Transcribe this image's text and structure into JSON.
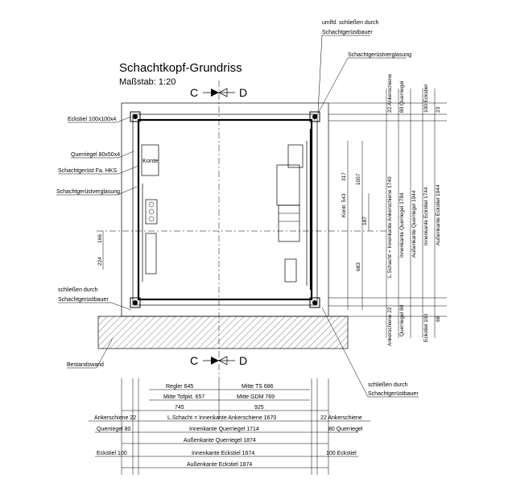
{
  "title": "Schachtkopf-Grundriss",
  "scale": "Maßstab: 1:20",
  "section": {
    "left": "C",
    "right": "D"
  },
  "labels_left": {
    "eckstiel": "Eckstiel 100x100x4",
    "querriegel": "Querriegel 80x50x4",
    "schachtgeruest": "Schachtgerüst Fa. HKS",
    "verglasung": "Schachtgerüstverglasung",
    "schliessen_a": "schließen durch",
    "schliessen_b": "Schachtgerüstbauer",
    "bestandswand": "Bestandswand"
  },
  "labels_top": {
    "umlfd_a": "umlfd. schließen durch",
    "umlfd_b": "Schachtgerüstbauer",
    "verglasung": "Schachtgerüstverglasung"
  },
  "labels_bottom_right": {
    "schliessen_a": "schließen durch",
    "schliessen_b": "Schachtgerüstbauer"
  },
  "inner": {
    "konte": "Konte",
    "kontr": "Kontr. 543",
    "d317": "317",
    "d1057": "1057",
    "d187": "187",
    "d683": "683",
    "d166": "166",
    "d224": "224"
  },
  "right_dims": {
    "ankerschiene_top": "22 Ankerschiene",
    "querriegel_top": "80 Querriegel",
    "eckstiel_top": "100 Eckstiel",
    "d23": "23",
    "l_schacht": "L.Schacht = Innenkante Ankerschiene 1740",
    "innen_querriegel": "Innenkante Querriegel 1784",
    "aussen_querriegel": "Außenkante Querriegel 1944",
    "innen_eckstiel": "Innenkante Eckstiel 1744",
    "aussen_eckstiel": "Außenkante Eckstiel 1944",
    "ankerschiene_bot": "Ankerschiene 22",
    "querriegel_bot": "Querriegel 80",
    "eckstiel_bot": "Eckstiel 100",
    "d68": "68"
  },
  "bottom_dims": {
    "regler": "Regler 645",
    "mitte_ts": "Mitte TS 686",
    "mitte_tofpkt": "Mitte Tofpkt. 657",
    "mitte_gdm": "Mitte GDM 769",
    "d745": "745",
    "d925": "925",
    "ankerschiene_l": "Ankerschiene 22",
    "ankerschiene_r": "22 Ankerschiene",
    "l_schacht": "L.Schacht = Innenkante Ankerschiene 1670",
    "querriegel_l": "Querriegel 80",
    "querriegel_r": "80 Querriegel",
    "innen_querriegel": "Innenkante Querriegel 1714",
    "aussen_querriegel": "Außenkante Querriegel 1874",
    "eckstiel_l": "Eckstiel 100",
    "eckstiel_r": "100 Eckstiel",
    "innen_eckstiel": "Innenkante Eckstiel 1674",
    "aussen_eckstiel": "Außenkante Eckstiel 1874"
  }
}
